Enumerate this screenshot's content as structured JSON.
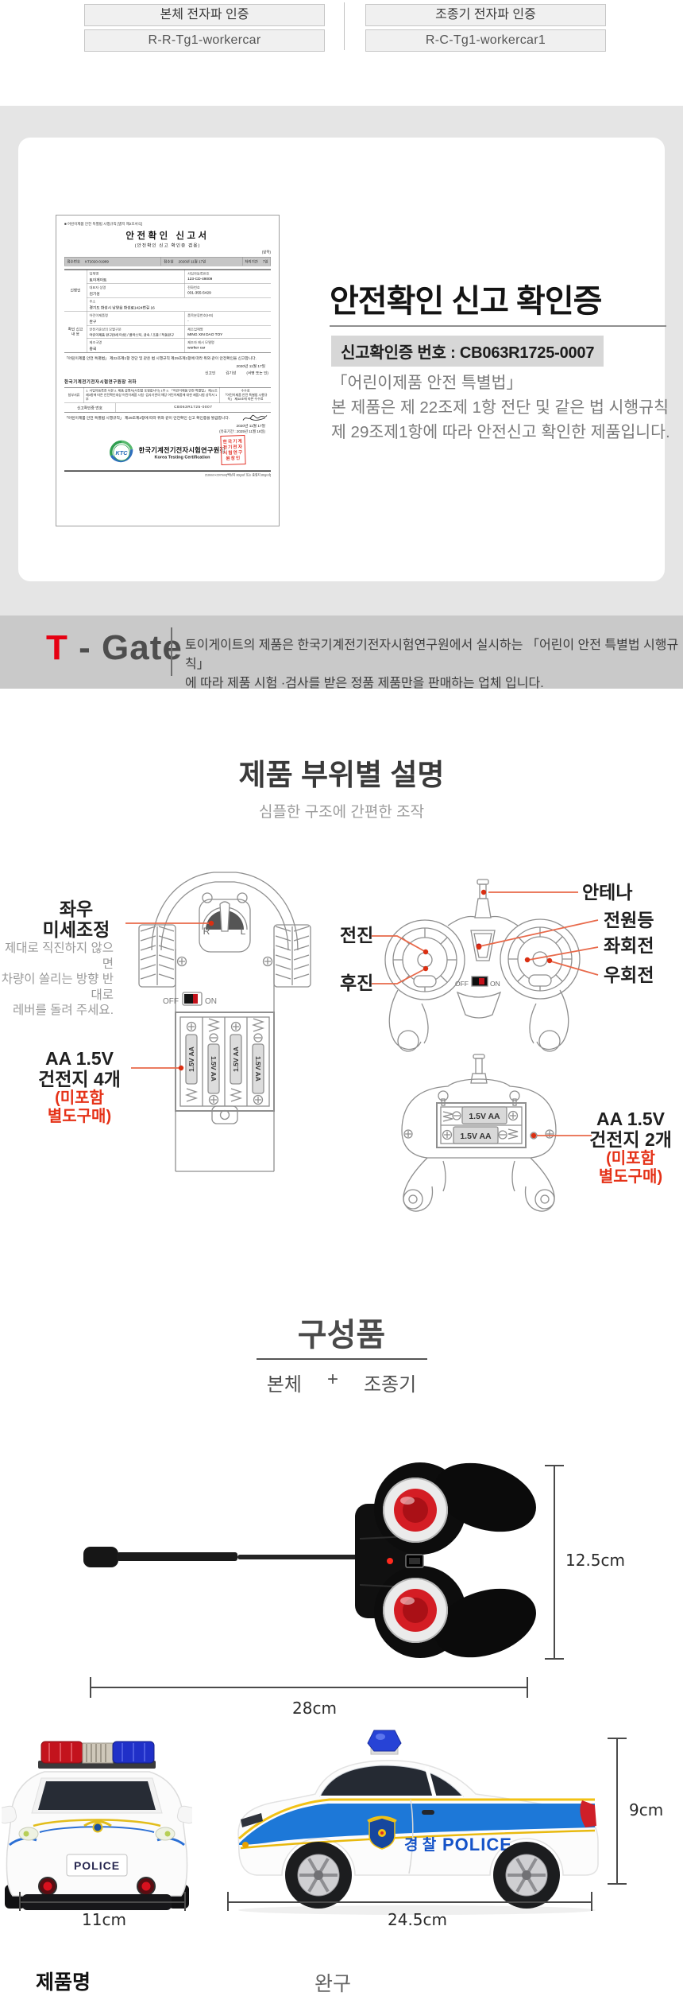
{
  "header_certs": {
    "left_title": "본체 전자파 인증",
    "left_code": "R-R-Tg1-workercar",
    "right_title": "조종기 전자파 인증",
    "right_code": "R-C-Tg1-workercar1"
  },
  "safety_card": {
    "title": "안전확인 신고 확인증",
    "cert_no_line": "신고확인증 번호 : CB063R1725-0007",
    "law_line1": "「어린이제품 안전 특별법」",
    "law_line2": "본 제품은 제 22조제 1항 전단 및 같은 법 시행규칙",
    "law_line3": "제 29조제1항에 따라 안전신고 확인한 제품입니다.",
    "certificate": {
      "form_note": "■ 어린이제품 안전 특별법 시행규칙 [별지 제2호서식]",
      "title": "안전확인 신고서",
      "subtitle": "(안전확인 신고 확인증 겸용)",
      "page_note": "(앞쪽)",
      "receipt_no_label": "접수번호",
      "receipt_no": "KT2020-01989",
      "receipt_date_label": "접수일",
      "receipt_date": "2020년 11월 17일",
      "process_label": "처리기간",
      "process_value": "7일",
      "applicant_label": "신청인",
      "company_label": "업체명",
      "company": "토이게이트",
      "bizno_label": "사업자등록번호",
      "bizno": "123-CD-49009",
      "ceo_label": "대표자 성명",
      "ceo": "김기성",
      "tel_label": "전화번호",
      "tel": "031-355-5429",
      "addr_label": "주소",
      "addr": "경기도 화성시 남양읍 화성로1424번길 16",
      "report_label1": "확인 신고",
      "report_label2": "내  용",
      "product_label": "어린이제품명",
      "product": "완구",
      "hs_label": "품목분류번호(HS)",
      "hs": "-",
      "class_label": "안전기준상의 모델구분",
      "class_value": "어린이제품 완구(8세 이상) / 플라스틱, 금속 / 조종 / 작동완구",
      "maker_label": "제조업체명",
      "maker": "MING XIN DAO TOY",
      "country_label": "제조국명",
      "country": "중국",
      "model_label": "제조자 제시 모델명",
      "model": "worker car",
      "statement1": "「어린이제품 안전 특별법」 제22조제1항 전단 및 같은 법 시행규칙 제29조제1항에 따라 위와 같이 안전확인을 신고합니다.",
      "date1": "2020년 11월 17일",
      "reporter_label": "신고인",
      "reporter": "김기성",
      "sign_note": "(서명 또는 인)",
      "addressee": "한국기계전기전자시험연구원장 귀하",
      "attach_label": "첨부서류",
      "attachments": "1. 사업자등록증 사본  2. 제품 설명서(사진을 포함합니다) 1부  3. 「어린이제품 안전 특별법」 제22조제3항에 따른 안전확인대상 어린이제품 시험 ·검사기관의 해당 어린이제품에 대한 제품시험 성적서 1부",
      "fee_label": "수수료",
      "fee_value": "「어린이제품 안전 특별법 시행규칙」 제48조에 따른 수수료",
      "certno_label": "신고확인증 번호",
      "certno": "CB063R1725-0007",
      "statement2": "「어린이제품 안전 특별법 시행규칙」 제29조제2항에 따라 위와 같이 안전확인 신고 확인증을 발급합니다.",
      "date2": "2020년 11월 17일",
      "validity": "(유효기간 : 2025년 11월 16일)",
      "ktc": "KTC",
      "issuer": "한국기계전기전자시험연구원장",
      "issuer_en": "Korea Testing Certification",
      "stamp_line1": "한국기계",
      "stamp_line2": "전기전자",
      "stamp_line3": "시험연구",
      "stamp_line4": "원장인",
      "footer": "210mm×297mm[백상지 80g/㎡ 또는 중질지 80g/㎡]"
    }
  },
  "tgate": {
    "brand_t": "T",
    "brand_rest": "- Gate",
    "line1": "토이게이트의 제품은 한국기계전기전자시험연구원에서 실시하는 「어린이 안전 특별법 시행규칙」",
    "line2": "에 따라 제품 시험 ·검사를 받은 정품 제품만을 판매하는 업체 입니다."
  },
  "parts": {
    "title": "제품 부위별 설명",
    "subtitle": "심플한 구조에 간편한 조작",
    "trim1": "좌우",
    "trim2": "미세조정",
    "trim_desc1": "제대로 직진하지 않으면",
    "trim_desc2": "차량이 쏠리는 방향 반대로",
    "trim_desc3": "레버를 돌려 주세요.",
    "batt4_1": "AA 1.5V",
    "batt4_2": "건전지 4개",
    "batt4_note1": "(미포함",
    "batt4_note2": "별도구매)",
    "antenna": "안테나",
    "power_light": "전원등",
    "turn_left": "좌회전",
    "turn_right": "우회전",
    "forward": "전진",
    "backward": "후진",
    "batt2_1": "AA 1.5V",
    "batt2_2": "건전지 2개",
    "batt2_note1": "(미포함",
    "batt2_note2": "별도구매)",
    "off": "OFF",
    "on": "ON",
    "dial_r": "R",
    "dial_l": "L",
    "battery_text": "1.5V AA"
  },
  "components": {
    "title": "구성품",
    "item_body": "본체",
    "plus": "+",
    "item_controller": "조종기"
  },
  "dims": {
    "controller_height": "12.5cm",
    "controller_width": "28cm",
    "car_front_width": "11cm",
    "car_length": "24.5cm",
    "car_height": "9cm"
  },
  "car_art": {
    "front_plate": "POLICE",
    "side_kr": "경 찰",
    "side_en": "POLICE"
  },
  "product_info": {
    "label": "제품명",
    "value": "완구"
  },
  "colors": {
    "accent_red": "#e53117",
    "callout_line": "#e8694a",
    "police_blue": "#1d78d8",
    "stripe_yellow": "#f2c214",
    "tgate_t_red": "#e60012"
  }
}
